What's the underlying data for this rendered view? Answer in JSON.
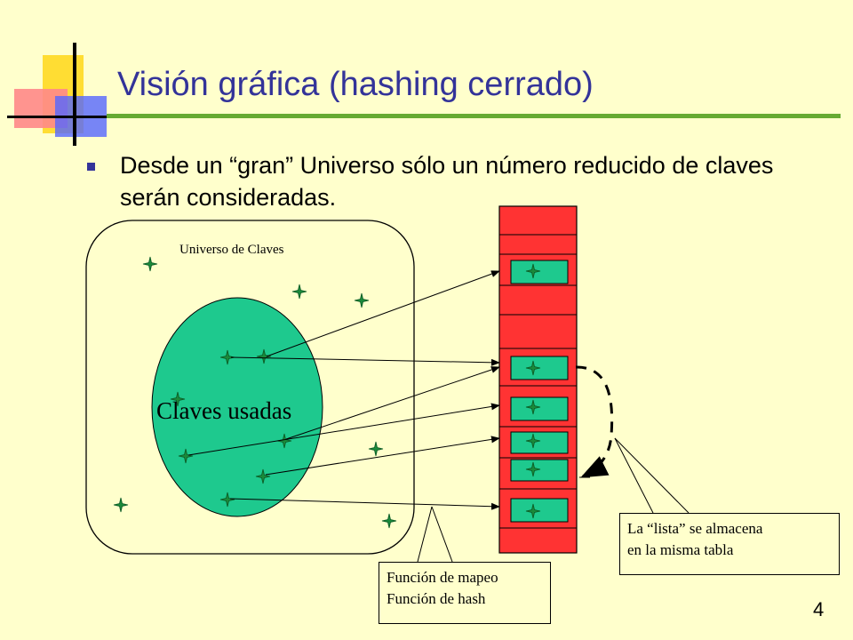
{
  "slide": {
    "title": "Visión gráfica (hashing cerrado)",
    "bullet": "Desde un “gran” Universo sólo un número reducido de claves serán consideradas.",
    "page_number": "4"
  },
  "diagram": {
    "universe_label": "Universo de Claves",
    "used_keys_label": "Claves usadas",
    "callouts": {
      "mapping_line1": "Función de mapeo",
      "mapping_line2": "Función de hash",
      "list_line1": "La “lista” se almacena",
      "list_line2": "en la misma tabla"
    },
    "table_slots": 11,
    "filled_slots": 6,
    "colors": {
      "background": "#ffffcc",
      "title": "#333399",
      "title_rule": "#66aa33",
      "table": "#ff3333",
      "key_fill": "#1ec98e",
      "used_keys_ellipse": "#1ec98e"
    }
  }
}
